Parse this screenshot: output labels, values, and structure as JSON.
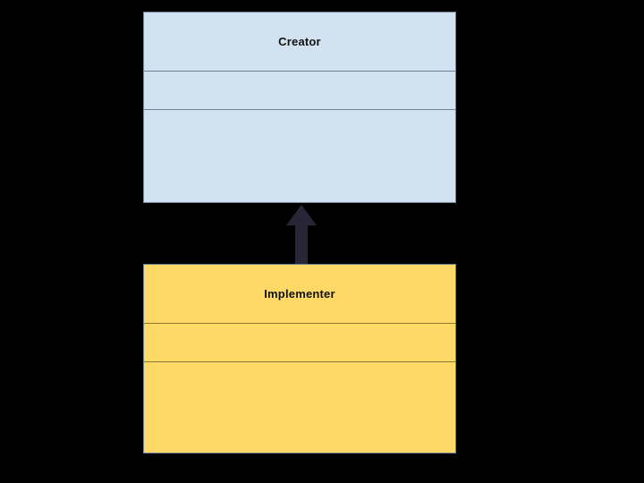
{
  "diagram": {
    "type": "uml-class-diagram",
    "background_color": "#000000",
    "classes": [
      {
        "id": "creator",
        "name": "Creator",
        "fill_color": "#d2e2f1",
        "border_color": "#6f8194",
        "text_color": "#111111",
        "attributes": [],
        "operations": []
      },
      {
        "id": "implementer",
        "name": "Implementer",
        "fill_color": "#ffd966",
        "border_color": "#6f8194",
        "text_color": "#111111",
        "attributes": [],
        "operations": []
      }
    ],
    "relationships": [
      {
        "id": "implementer-to-creator",
        "kind": "arrow",
        "from": "Implementer",
        "to": "Creator",
        "direction": "up",
        "color": "#262636",
        "label": ""
      }
    ]
  }
}
